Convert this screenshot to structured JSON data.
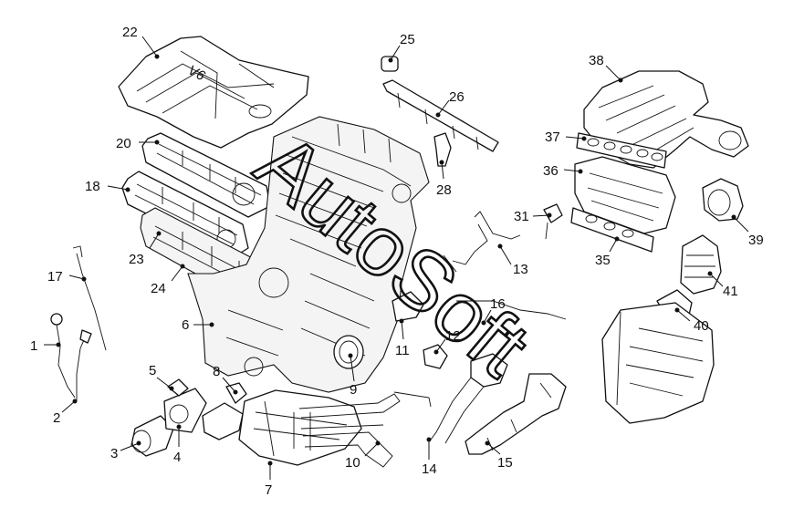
{
  "diagram": {
    "cover_badge": "V6",
    "watermark": "AutoSoft",
    "callouts": [
      "1",
      "2",
      "3",
      "4",
      "5",
      "6",
      "7",
      "8",
      "9",
      "10",
      "11",
      "12",
      "13",
      "14",
      "15",
      "16",
      "17",
      "18",
      "20",
      "22",
      "23",
      "24",
      "25",
      "26",
      "28",
      "31",
      "35",
      "36",
      "37",
      "38",
      "39",
      "40",
      "41"
    ]
  }
}
